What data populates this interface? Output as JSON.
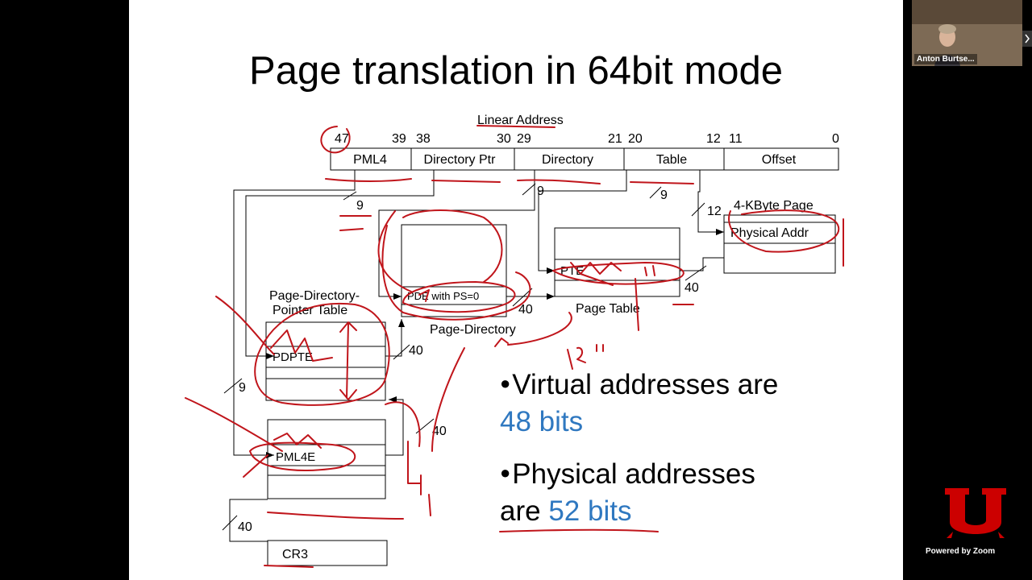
{
  "slide": {
    "title": "Page translation in 64bit mode",
    "linear_address_label": "Linear Address",
    "bit_labels": [
      "47",
      "39",
      "38",
      "30",
      "29",
      "21",
      "20",
      "12",
      "11",
      "0"
    ],
    "fields": [
      "PML4",
      "Directory Ptr",
      "Directory",
      "Table",
      "Offset"
    ],
    "index_widths": [
      "9",
      "9",
      "9",
      "9",
      "12"
    ],
    "tables": {
      "pdpt_title_1": "Page-Directory-",
      "pdpt_title_2": "Pointer Table",
      "pdpt_entry": "PDPTE",
      "pml4_entry": "PML4E",
      "pd_entry": "PDE with PS=0",
      "pd_title": "Page-Directory",
      "pt_entry": "PTE",
      "pt_title": "Page Table",
      "page_title": "4-KByte Page",
      "page_entry": "Physical Addr",
      "cr3": "CR3"
    },
    "pointer_widths": [
      "40",
      "40",
      "40",
      "40",
      "40"
    ],
    "bullets": [
      {
        "text": "Virtual addresses are",
        "highlight": "48 bits"
      },
      {
        "text": "Physical addresses",
        "text2": "are",
        "highlight": "52 bits"
      }
    ],
    "annotation_colors": {
      "ink": "#c0151b",
      "highlight": "#2f78c0"
    }
  },
  "zoom": {
    "participant_name": "Anton Burtse...",
    "powered_by": "Powered by Zoom"
  }
}
